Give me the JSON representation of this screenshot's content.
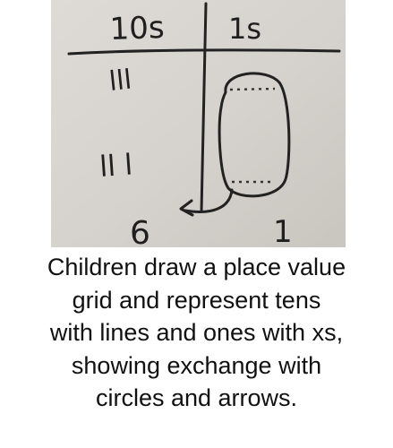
{
  "image": {
    "header_tens": "10s",
    "header_ones": "1s",
    "tens_row1": "lll",
    "tens_row2": "ll l",
    "total_tens": "6",
    "total_ones": "1"
  },
  "caption": {
    "line1": "Children draw a place value",
    "line2": "grid and represent tens",
    "line3": "with lines and ones with xs,",
    "line4": "showing exchange with",
    "line5": "circles and arrows."
  },
  "colors": {
    "paper": "#d7d4cf",
    "ink": "#1f1f1f",
    "caption_text": "#111111"
  }
}
